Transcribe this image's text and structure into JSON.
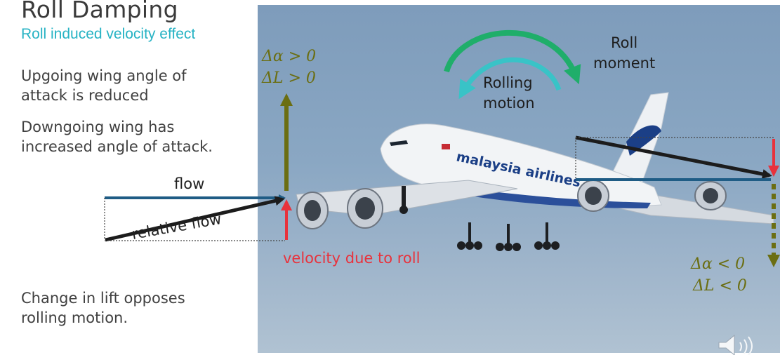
{
  "slide": {
    "title": "Roll Damping",
    "subtitle": "Roll induced velocity effect",
    "bullets": [
      "Upgoing wing angle of attack is reduced",
      "Downgoing wing has increased angle of attack.",
      "Change in lift opposes rolling motion."
    ]
  },
  "diagram": {
    "flow_label": "flow",
    "relative_flow_label": "relative flow",
    "velocity_label": "velocity due to roll",
    "roll_moment_label": [
      "Roll",
      "moment"
    ],
    "rolling_motion_label": [
      "Rolling",
      "motion"
    ],
    "upgoing_eq": [
      "Δα > 0",
      "ΔL > 0"
    ],
    "downgoing_eq": [
      "Δα < 0",
      "ΔL < 0"
    ],
    "airline_logo_text": "malaysia airlines"
  },
  "colors": {
    "title": "#3a3a3a",
    "subtitle": "#27b3c4",
    "flow_arrow": "#1f5c85",
    "lift_arrow": "#6b6e12",
    "roll_velocity_arrow": "#e8323c",
    "roll_moment_arrow": "#1fae6a",
    "rolling_motion_arrow": "#39c3c7"
  },
  "icons": {
    "speaker": "speaker-icon"
  }
}
